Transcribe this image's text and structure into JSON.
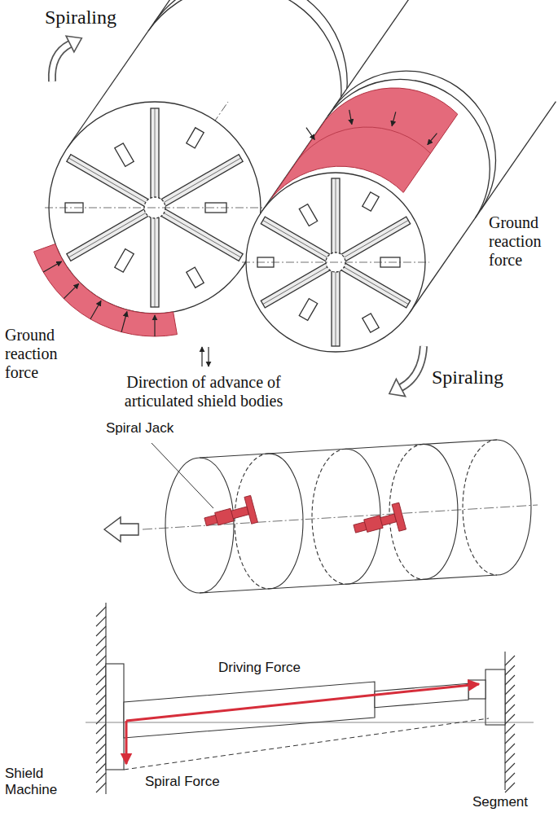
{
  "diagram": {
    "labels": [
      "Spiraling",
      "Ground reaction force",
      "Ground reaction force",
      "Direction of advance of articulated shield bodies",
      "Spiraling",
      "Spiral Jack",
      "Driving Force",
      "Shield Machine",
      "Spiral Force",
      "Segment"
    ]
  }
}
